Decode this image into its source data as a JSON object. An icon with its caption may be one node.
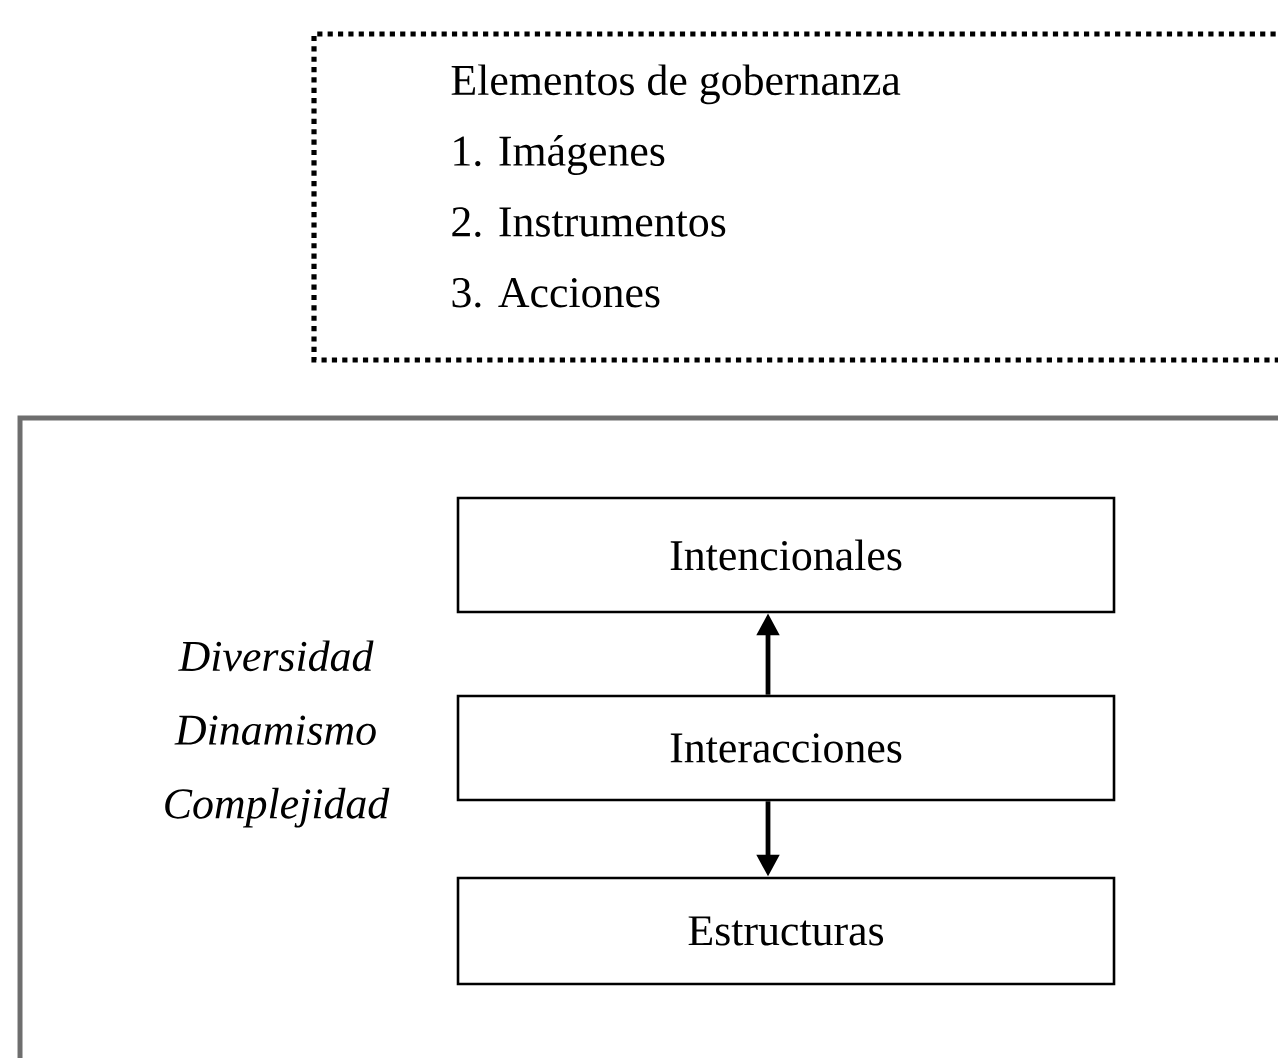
{
  "diagram": {
    "nodes": [
      {
        "text": [
          "Elementos de gobernanza",
          "1. Imágenes",
          "2. Instrumentos",
          "3. Acciones"
        ]
      },
      {
        "text": [
          "Diversidad Dinamismo Complejidad"
        ]
      },
      {
        "text": [
          "Intencionales"
        ],
        "in": 1
      },
      {
        "text": [
          "Interacciones"
        ],
        "in": 1
      },
      {
        "text": [
          "Estructuras"
        ],
        "in": 1
      }
    ],
    "edges": [
      {
        "from": 3,
        "to": 2,
        "arrow": "to"
      },
      {
        "from": 3,
        "to": 4,
        "arrow": "to"
      }
    ]
  }
}
